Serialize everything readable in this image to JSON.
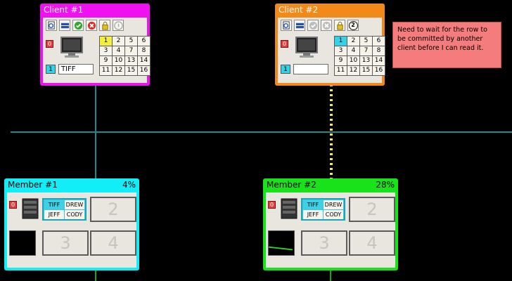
{
  "colors": {
    "client1": "#f011f0",
    "client2": "#f28a1a",
    "member1": "#11eef8",
    "member2": "#1ae21a",
    "line": "#1f8a8a",
    "note": "#f47c7c"
  },
  "clients": [
    {
      "title": "Client #1",
      "toolbar": [
        "query-icon",
        "table-icon",
        "commit-check-icon",
        "rollback-x-icon",
        "lock-icon",
        "info-icon"
      ],
      "power_label": "0",
      "badge": "1",
      "name_value": "TIFF",
      "grid": [
        "1",
        "2",
        "5",
        "6",
        "3",
        "4",
        "7",
        "8",
        "9",
        "10",
        "13",
        "14",
        "11",
        "12",
        "15",
        "16"
      ],
      "highlight": "1"
    },
    {
      "title": "Client #2",
      "toolbar": [
        "query-icon",
        "table-icon",
        "commit-check-icon",
        "rollback-x-icon",
        "lock-icon",
        "wait-2-icon"
      ],
      "toolbar_badge": "2",
      "power_label": "0",
      "badge": "1",
      "name_value": "",
      "grid": [
        "1",
        "2",
        "5",
        "6",
        "3",
        "4",
        "7",
        "8",
        "9",
        "10",
        "13",
        "14",
        "11",
        "12",
        "15",
        "16"
      ],
      "highlight": "1"
    }
  ],
  "note": "Need to wait for the row to be committed by another client before I can read it.",
  "members": [
    {
      "title": "Member #1",
      "percent": "4%",
      "power_label": "0",
      "rows": [
        "TIFF",
        "DREW",
        "JEFF",
        "CODY"
      ],
      "slots": [
        "2",
        "3",
        "4"
      ]
    },
    {
      "title": "Member #2",
      "percent": "28%",
      "power_label": "0",
      "rows": [
        "TIFF",
        "DREW",
        "JEFF",
        "CODY"
      ],
      "slots": [
        "2",
        "3",
        "4"
      ]
    }
  ]
}
